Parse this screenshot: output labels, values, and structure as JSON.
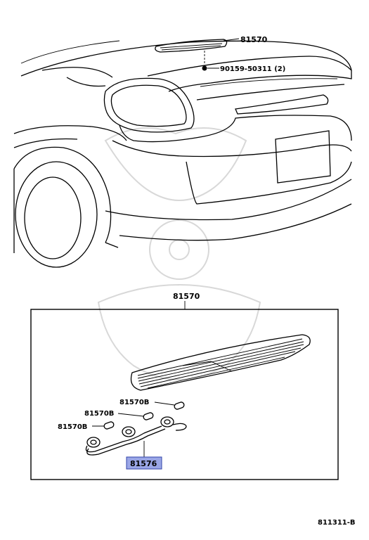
{
  "callouts": {
    "top_stop_lamp": "81570",
    "screw": "90159-50311 (2)",
    "box_title": "81570",
    "bulb_a": "81570B",
    "bulb_b": "81570B",
    "bulb_c": "81570B",
    "socket_wire": "81576"
  },
  "footer": {
    "diagram_code": "811311-B"
  },
  "colors": {
    "highlight": "#9aa6e6",
    "highlight_border": "#3344aa"
  }
}
